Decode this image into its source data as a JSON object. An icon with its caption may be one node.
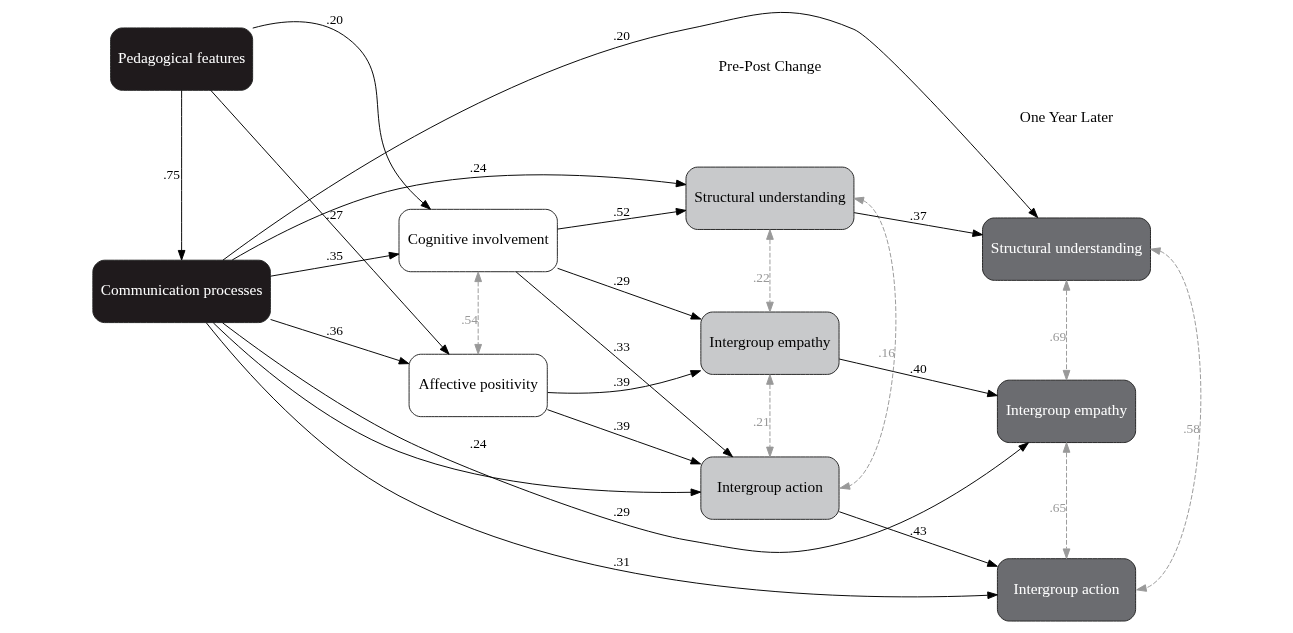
{
  "diagram": {
    "nodes": [
      {
        "text": [
          "Pedagogical features"
        ]
      },
      {
        "text": [
          "Communication processes"
        ]
      },
      {
        "text": [
          "Cognitive involvement"
        ]
      },
      {
        "text": [
          "Affective positivity"
        ]
      },
      {
        "text": [
          "Structural understanding"
        ]
      },
      {
        "text": [
          "Intergroup empathy"
        ]
      },
      {
        "text": [
          "Intergroup action"
        ]
      },
      {
        "text": [
          "Structural understanding"
        ]
      },
      {
        "text": [
          "Intergroup empathy"
        ]
      },
      {
        "text": [
          "Intergroup action"
        ]
      }
    ],
    "edges": [
      {
        "from": 0,
        "to": 2,
        "arrow": "to",
        "label": ".20"
      },
      {
        "from": 0,
        "to": 3,
        "arrow": "to",
        "label": ".27"
      },
      {
        "from": 0,
        "to": 1,
        "arrow": "to",
        "label": ".75"
      },
      {
        "from": 1,
        "to": 2,
        "arrow": "to",
        "label": ".35"
      },
      {
        "from": 1,
        "to": 3,
        "arrow": "to",
        "label": ".36"
      },
      {
        "from": 2,
        "to": 4,
        "arrow": "to",
        "label": ".52"
      },
      {
        "from": 2,
        "to": 5,
        "arrow": "to",
        "label": ".29"
      },
      {
        "from": 2,
        "to": 6,
        "arrow": "to",
        "label": ".33"
      },
      {
        "from": 3,
        "to": 5,
        "arrow": "to",
        "label": ".39"
      },
      {
        "from": 3,
        "to": 6,
        "arrow": "to",
        "label": ".39"
      },
      {
        "from": 1,
        "to": 4,
        "arrow": "to",
        "label": ".24"
      },
      {
        "from": 1,
        "to": 6,
        "arrow": "to",
        "label": ".24"
      },
      {
        "from": 1,
        "to": 7,
        "arrow": "to",
        "label": ".20"
      },
      {
        "from": 1,
        "to": 8,
        "arrow": "to",
        "label": ".29"
      },
      {
        "from": 1,
        "to": 9,
        "arrow": "to",
        "label": ".31"
      },
      {
        "from": 4,
        "to": 7,
        "arrow": "to",
        "label": ".37"
      },
      {
        "from": 5,
        "to": 8,
        "arrow": "to",
        "label": ".40"
      },
      {
        "from": 6,
        "to": 9,
        "arrow": "to",
        "label": ".43"
      },
      {
        "from": 2,
        "to": 3,
        "arrow": "both",
        "label": ".54",
        "style": "dashed",
        "color": "#999999"
      },
      {
        "from": 4,
        "to": 5,
        "arrow": "both",
        "label": ".22",
        "style": "dashed",
        "color": "#999999"
      },
      {
        "from": 4,
        "to": 6,
        "arrow": "both",
        "label": ".16",
        "style": "dashed",
        "color": "#999999"
      },
      {
        "from": 5,
        "to": 6,
        "arrow": "both",
        "label": ".21",
        "style": "dashed",
        "color": "#999999"
      },
      {
        "from": 7,
        "to": 8,
        "arrow": "both",
        "label": ".69",
        "style": "dashed",
        "color": "#999999"
      },
      {
        "from": 7,
        "to": 9,
        "arrow": "both",
        "label": ".58",
        "style": "dashed",
        "color": "#999999"
      },
      {
        "from": 8,
        "to": 9,
        "arrow": "both",
        "label": ".65",
        "style": "dashed",
        "color": "#999999"
      }
    ],
    "labels": [
      "Pre-Post Change",
      "One Year Later"
    ]
  }
}
